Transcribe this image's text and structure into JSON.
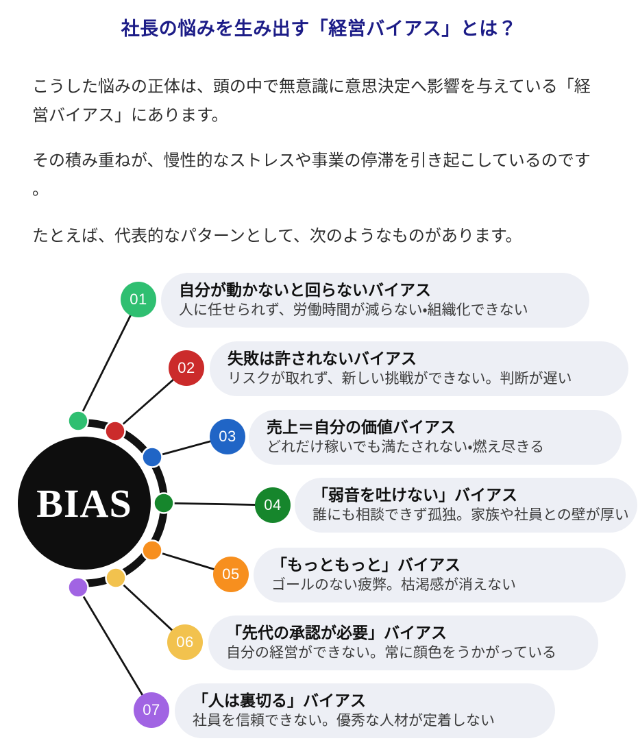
{
  "header": {
    "title": "社長の悩みを生み出す「経営バイアス」とは？",
    "title_color": "#1c1c87"
  },
  "paragraphs": [
    "こうした悩みの正体は、頭の中で無意識に意思決定へ影響を与えている「経営バイアス」にあります。",
    "その積み重ねが、慢性的なストレスや事業の停滞を引き起こしているのです。",
    "たとえば、代表的なパターンとして、次のようなものがあります。"
  ],
  "diagram": {
    "center_label": "BIAS",
    "center_bg": "#0e0e0e",
    "pill_bg": "#edeff5",
    "items": [
      {
        "num": "01",
        "title": "自分が動かないと回らないバイアス",
        "desc": "人に任せられず、労働時間が減らない・組織化できない",
        "color": "#2fbf71"
      },
      {
        "num": "02",
        "title": "失敗は許されないバイアス",
        "desc": "リスクが取れず、新しい挑戦ができない。判断が遅い",
        "color": "#cb2b2b"
      },
      {
        "num": "03",
        "title": "売上＝自分の価値バイアス",
        "desc": "どれだけ稼いでも満たされない・燃え尽きる",
        "color": "#2065c6"
      },
      {
        "num": "04",
        "title": "「弱音を吐けない」バイアス",
        "desc": "誰にも相談できず孤独。家族や社員との壁が厚い",
        "color": "#16862c"
      },
      {
        "num": "05",
        "title": "「もっともっと」バイアス",
        "desc": "ゴールのない疲弊。枯渇感が消えない",
        "color": "#f78f1e"
      },
      {
        "num": "06",
        "title": "「先代の承認が必要」バイアス",
        "desc": "自分の経営ができない。常に顔色をうかがっている",
        "color": "#f2c24e"
      },
      {
        "num": "07",
        "title": "「人は裏切る」バイアス",
        "desc": "社員を信頼できない。優秀な人材が定着しない",
        "color": "#a164e3"
      }
    ]
  }
}
